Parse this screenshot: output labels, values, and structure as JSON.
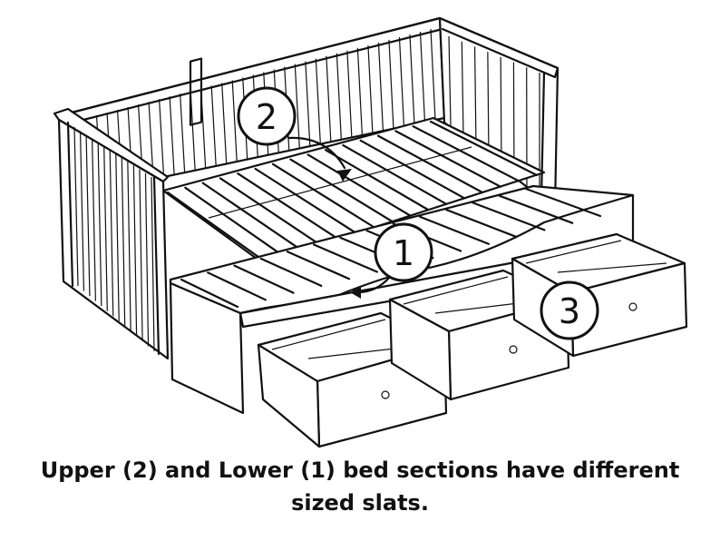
{
  "figure": {
    "subject": "daybed-with-three-drawers",
    "callouts": [
      {
        "id": "c2",
        "label": "2"
      },
      {
        "id": "c1",
        "label": "1"
      },
      {
        "id": "c3",
        "label": "3"
      }
    ]
  },
  "caption": {
    "line1": "Upper (2) and Lower (1) bed sections  have different",
    "line2": "sized slats."
  },
  "colors": {
    "ink": "#111111",
    "paper": "#ffffff"
  }
}
